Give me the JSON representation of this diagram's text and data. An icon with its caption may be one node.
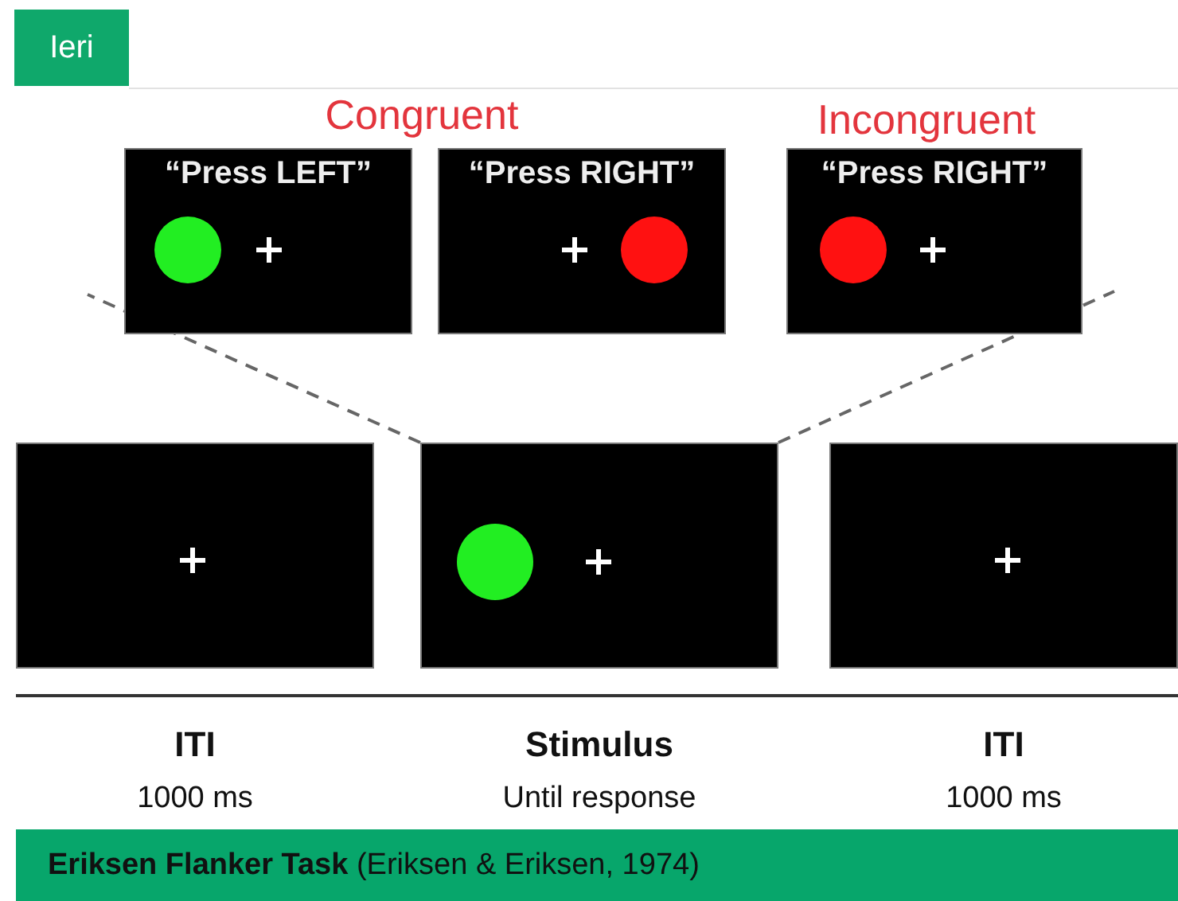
{
  "diagram": {
    "caption": "**Eriksen Flanker Task** (Eriksen & Eriksen, 1974)",
    "nodes": [
      {
        "text": [
          "“Press LEFT”"
        ]
      },
      {
        "text": [
          "“Press RIGHT”"
        ]
      },
      {
        "text": [
          "“Press RIGHT”"
        ]
      },
      {
        "text": [],
        "shape": "box",
        "beside": [
          "ITI",
          "1000 ms"
        ]
      },
      {
        "text": [],
        "shape": "box",
        "beside": [
          "Stimulus",
          "Until response"
        ]
      },
      {
        "text": [],
        "shape": "box",
        "beside": [
          "ITI",
          "1000 ms"
        ]
      }
    ],
    "edges": [],
    "labels": [
      "Ieri",
      "Congruent",
      "Incongruent"
    ]
  }
}
